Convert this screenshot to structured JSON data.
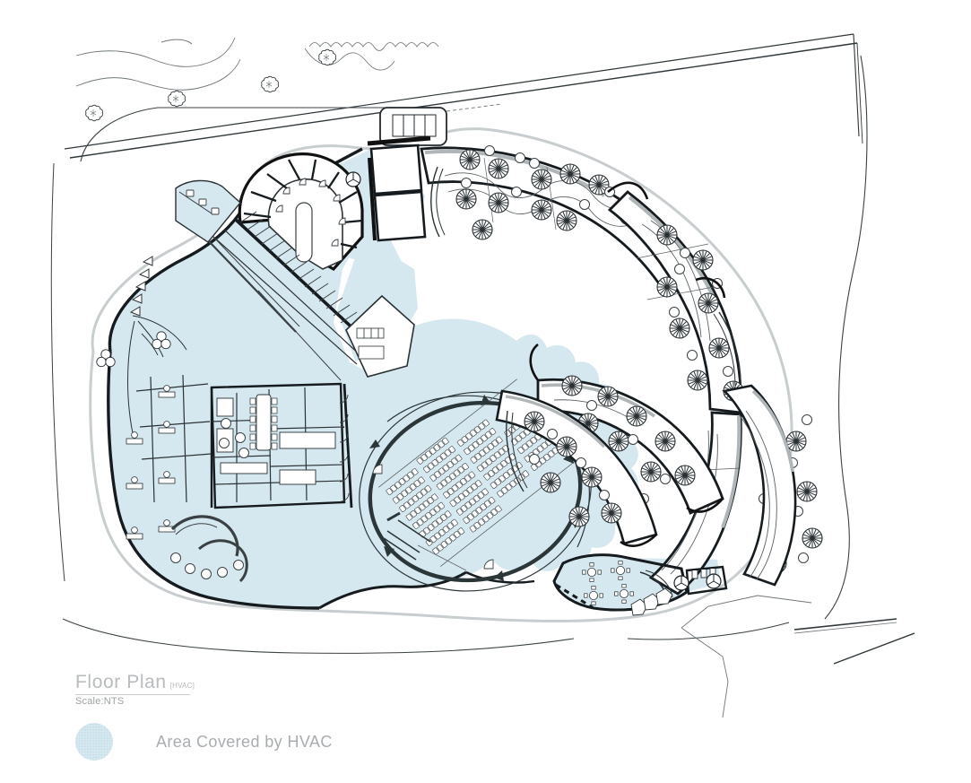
{
  "sheet": {
    "background": "#ffffff",
    "drawing_type": "architectural-floor-plan"
  },
  "titleblock": {
    "title": "Floor Plan",
    "title_suffix": "[HVAC]",
    "scale": "Scale:NTS",
    "title_color": "#b9bcbe",
    "rule_color": "#c9cccd"
  },
  "legend": {
    "swatch_name": "hvac-area-swatch",
    "swatch_color": "#d6e8ef",
    "label": "Area Covered by HVAC",
    "label_color": "#a9adaf"
  },
  "palette": {
    "hvac_fill": "#d6e8ef",
    "wall_dark": "#2b3639",
    "wall_black": "#111111",
    "line_thin": "#5a6164",
    "line_hair": "#8b9295",
    "site_line": "#6f7679",
    "path_gray": "#b0b6b8",
    "paper": "#ffffff"
  },
  "plan": {
    "regions": [
      {
        "name": "site-boundary",
        "label": "Site boundary contour"
      },
      {
        "name": "access-road",
        "label": "Access road / driveway"
      },
      {
        "name": "north-landscape",
        "label": "North landscape contours"
      },
      {
        "name": "west-wing",
        "label": "West wing (HVAC covered)"
      },
      {
        "name": "radial-wing",
        "label": "Radial horseshoe wing"
      },
      {
        "name": "north-pavilion",
        "label": "North entrance pavilion"
      },
      {
        "name": "central-auditorium",
        "label": "Central elliptical auditorium"
      },
      {
        "name": "office-cluster",
        "label": "Office / lab cluster"
      },
      {
        "name": "cafe-terrace",
        "label": "Cafe terrace (south-east)"
      },
      {
        "name": "garden-courtyard-1",
        "label": "Garden courtyard 1"
      },
      {
        "name": "garden-courtyard-2",
        "label": "Garden courtyard 2"
      },
      {
        "name": "garden-courtyard-3",
        "label": "Garden courtyard 3"
      },
      {
        "name": "garden-courtyard-4",
        "label": "Garden courtyard 4"
      },
      {
        "name": "garden-courtyard-5",
        "label": "Garden courtyard 5"
      }
    ],
    "symbols": {
      "tree": "tree-plan-symbol",
      "shrub": "shrub-plan-symbol",
      "seat_row": "auditorium-seat-row",
      "round_table": "round-table-symbol",
      "workstation": "workstation-symbol"
    }
  }
}
